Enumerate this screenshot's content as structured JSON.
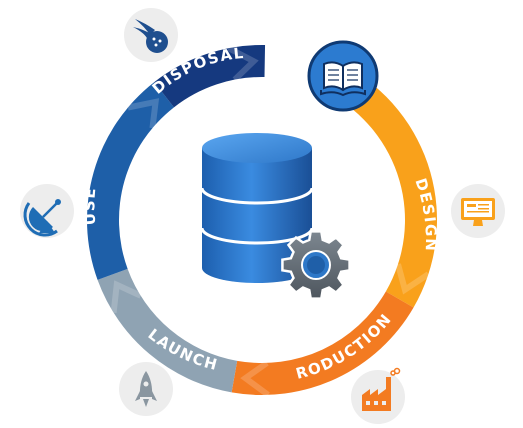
{
  "diagram": {
    "segments": [
      {
        "label": "DESIGN",
        "color": "#F9A11B",
        "icon": "computer-monitor-icon"
      },
      {
        "label": "PRODUCTION",
        "color": "#F37B21",
        "icon": "factory-icon"
      },
      {
        "label": "LAUNCH",
        "color": "#8FA3B3",
        "icon": "rocket-icon"
      },
      {
        "label": "USE",
        "color": "#1E5FA8",
        "icon": "satellite-dish-icon"
      },
      {
        "label": "DISPOSAL",
        "color": "#15397F",
        "icon": "comet-debris-icon"
      }
    ],
    "top_icon": "open-book-icon",
    "center_icon": "database-gear-icon"
  }
}
